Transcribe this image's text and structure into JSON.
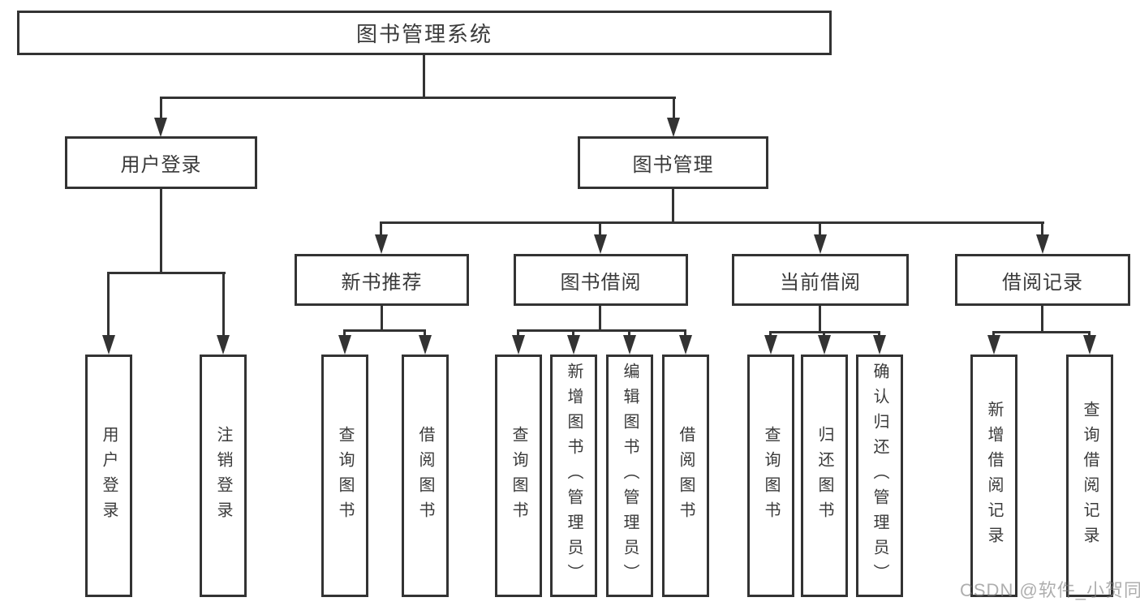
{
  "tree": {
    "root": "图书管理系统",
    "branches": [
      {
        "label": "用户登录",
        "children": [
          "用户登录",
          "注销登录"
        ]
      },
      {
        "label": "图书管理",
        "children": [
          {
            "label": "新书推荐",
            "children": [
              "查询图书",
              "借阅图书"
            ]
          },
          {
            "label": "图书借阅",
            "children": [
              "查询图书",
              "新增图书（管理员）",
              "编辑图书（管理员）",
              "借阅图书"
            ]
          },
          {
            "label": "当前借阅",
            "children": [
              "查询图书",
              "归还图书",
              "确认归还（管理员）"
            ]
          },
          {
            "label": "借阅记录",
            "children": [
              "新增借阅记录",
              "查询借阅记录"
            ]
          }
        ]
      }
    ]
  },
  "watermark": {
    "text": "CSDN @软件_小贺同学"
  },
  "colors": {
    "line": "#333333",
    "node_border": "#333333",
    "text": "#3a3a3a",
    "background": "#ffffff",
    "watermark": "#7d7d7d"
  }
}
